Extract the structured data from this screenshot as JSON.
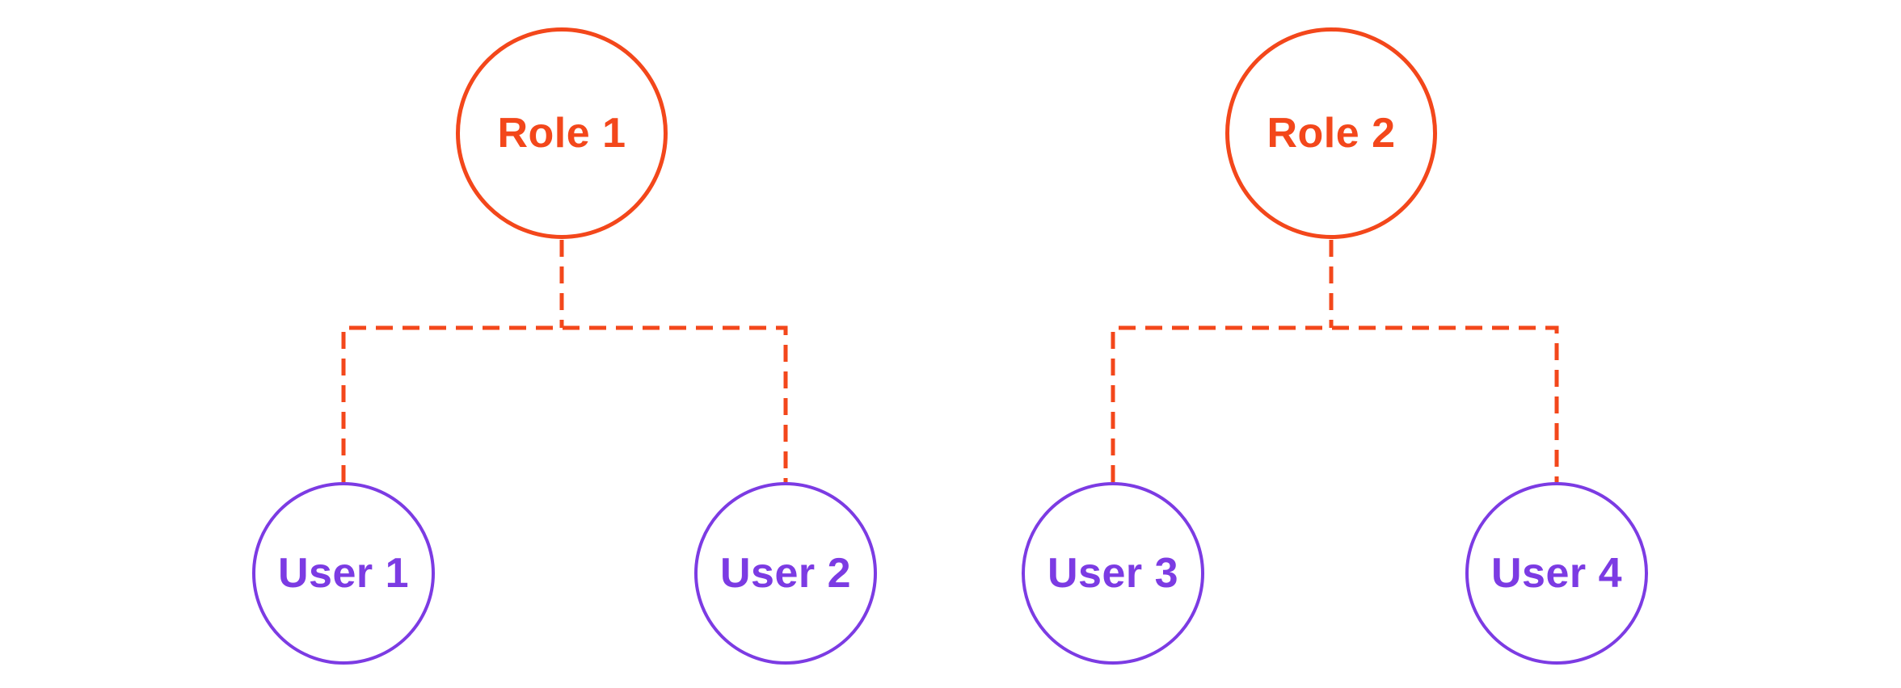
{
  "diagram": {
    "title": "role-to-user assignment diagram",
    "colors": {
      "role": "#F3471B",
      "user": "#7C3BE3",
      "bg": "#FFFFFF"
    },
    "connector_style": "dashed",
    "trees": [
      {
        "role": {
          "label": "Role 1"
        },
        "users": [
          {
            "label": "User 1"
          },
          {
            "label": "User 2"
          }
        ]
      },
      {
        "role": {
          "label": "Role 2"
        },
        "users": [
          {
            "label": "User 3"
          },
          {
            "label": "User 4"
          }
        ]
      }
    ]
  }
}
